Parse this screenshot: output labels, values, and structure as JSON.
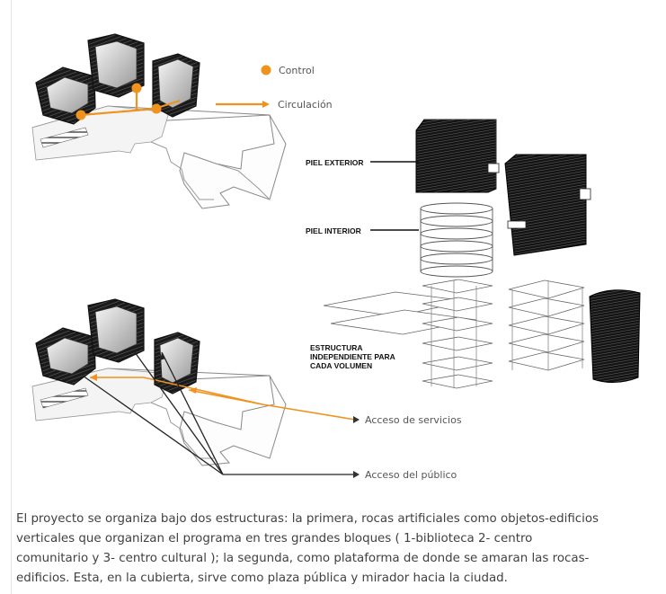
{
  "colors": {
    "accent": "#f0921e",
    "text": "#404040",
    "ink": "#111111"
  },
  "legend_top": {
    "control": "Control",
    "circulacion": "Circulación"
  },
  "legend_bottom": {
    "servicios": "Acceso de servicios",
    "publico": "Acceso del público"
  },
  "layers": {
    "piel_exterior": "PIEL EXTERIOR",
    "piel_interior": "PIEL INTERIOR",
    "estructura": [
      "ESTRUCTURA",
      "INDEPENDIENTE PARA",
      "CADA VOLUMEN"
    ]
  },
  "paragraph": [
    "El proyecto se organiza bajo dos estructuras: la primera, rocas artificiales como objetos-edificios",
    "verticales que organizan el programa en tres grandes bloques ( 1-biblioteca 2- centro",
    "comunitario y 3- centro cultural ); la segunda, como plataforma de donde se amaran las rocas-",
    "edificios. Esta, en la cubierta, sirve como plaza pública y mirador hacia la ciudad."
  ]
}
